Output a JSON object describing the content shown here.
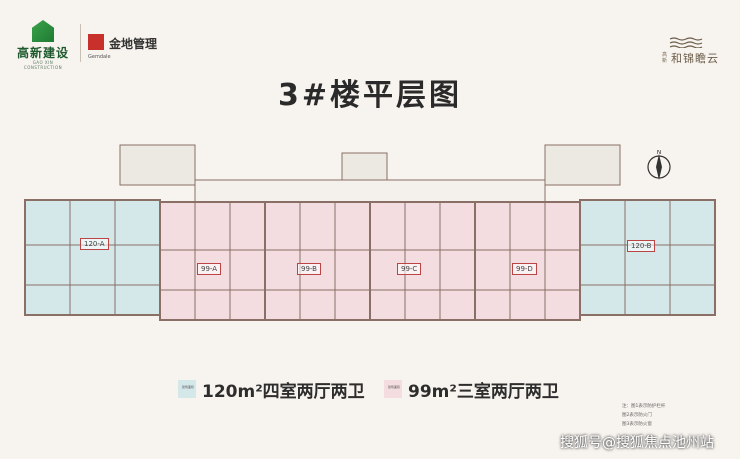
{
  "header": {
    "developer_logo": {
      "name": "高新建设",
      "en": "GAO XIN CONSTRUCTION"
    },
    "manager_logo": {
      "name": "金地管理",
      "en": "Gemdale"
    },
    "project_logo": {
      "prefix": "高新",
      "name": "和锦瞻云"
    }
  },
  "title": "3#楼平层图",
  "units": [
    {
      "label": "120-A",
      "type": "120"
    },
    {
      "label": "99-A",
      "type": "99"
    },
    {
      "label": "99-B",
      "type": "99"
    },
    {
      "label": "99-C",
      "type": "99"
    },
    {
      "label": "99-D",
      "type": "99"
    },
    {
      "label": "120-B",
      "type": "120"
    }
  ],
  "legend": [
    {
      "name": "建筑面积",
      "text": "120m²四室两厅两卫",
      "color": "#d4e7e9"
    },
    {
      "name": "建筑面积",
      "text": "99m²三室两厅两卫",
      "color": "#f3dde0"
    }
  ],
  "notes": [
    "注：图1表示防护栏杆",
    "图2表示防火门",
    "图3表示防火窗"
  ],
  "watermark": "搜狐号@搜狐焦点池州站",
  "colors": {
    "unit120": "#d4e7e9",
    "unit99": "#f3dde0",
    "wall": "#8a6f66",
    "core": "#ece8e2"
  }
}
